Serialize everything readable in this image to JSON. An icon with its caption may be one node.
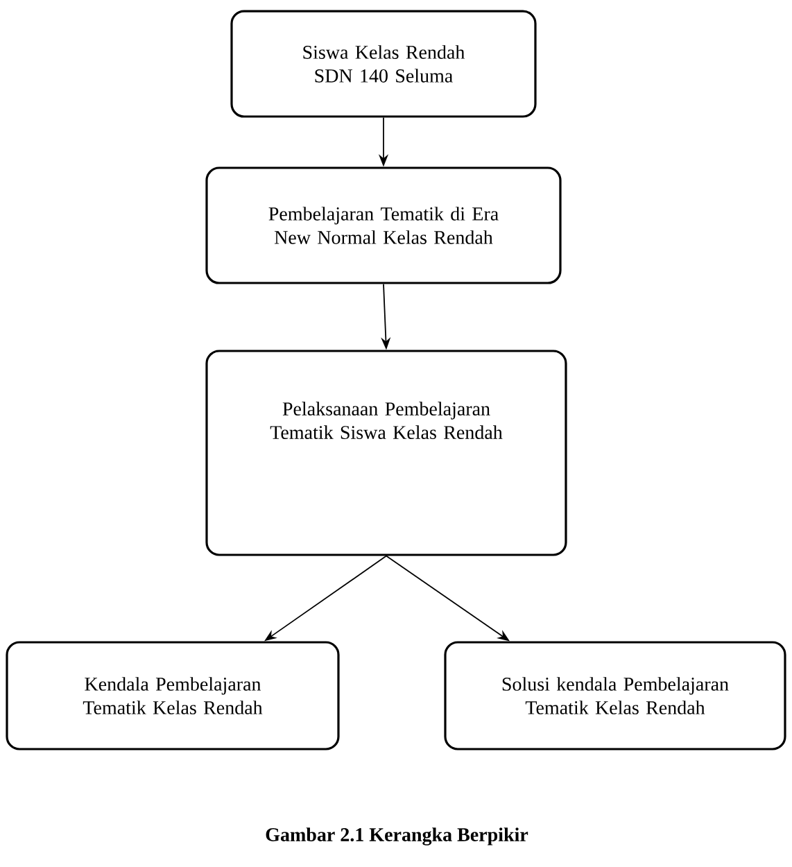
{
  "diagram": {
    "caption": "Gambar 2.1 Kerangka Berpikir",
    "nodes": [
      {
        "text": [
          "Siswa Kelas Rendah SDN 140 Seluma"
        ]
      },
      {
        "text": [
          "Pembelajaran Tematik di  Era New Normal Kelas Rendah"
        ]
      },
      {
        "text": [
          "Pelaksanaan Pembelajaran Tematik Siswa Kelas Rendah"
        ]
      },
      {
        "text": [
          "Kendala Pembelajaran Tematik Kelas Rendah"
        ]
      },
      {
        "text": [
          "Solusi kendala Pembelajaran Tematik Kelas Rendah"
        ]
      }
    ],
    "edges": [
      {
        "from": 0,
        "to": 1,
        "arrow": "to"
      },
      {
        "from": 1,
        "to": 2,
        "arrow": "to"
      },
      {
        "from": 2,
        "to": 3,
        "arrow": "to"
      },
      {
        "from": 2,
        "to": 4,
        "arrow": "to"
      }
    ]
  }
}
